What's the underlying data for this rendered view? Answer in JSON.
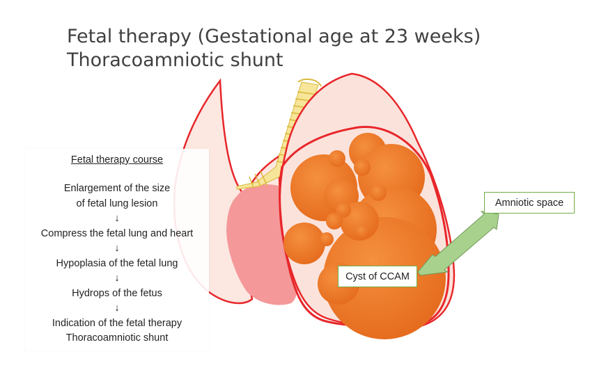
{
  "title_line1": "Fetal therapy (Gestational age at 23 weeks)",
  "title_line2": "Thoracoamniotic shunt",
  "course": {
    "heading": "Fetal therapy course",
    "lines": [
      "Enlargement of the size",
      "of fetal lung lesion",
      "↓",
      "Compress the fetal lung and heart",
      "↓",
      "Hypoplasia of the fetal lung",
      "↓",
      "Hydrops of the fetus",
      "↓",
      "Indication of the fetal therapy",
      "Thoracoamniotic shunt"
    ]
  },
  "labels": {
    "amniotic_space": "Amniotic space",
    "cyst": "Cyst of CCAM"
  },
  "colors": {
    "lung_outline": "#e8262a",
    "lung_fill": "#fbe3dc",
    "heart": "#f4989a",
    "cyst_fill": "#ed7626",
    "shunt": "#f7e59a",
    "arrow": "#a9d18e",
    "label_border": "#70ad47"
  }
}
